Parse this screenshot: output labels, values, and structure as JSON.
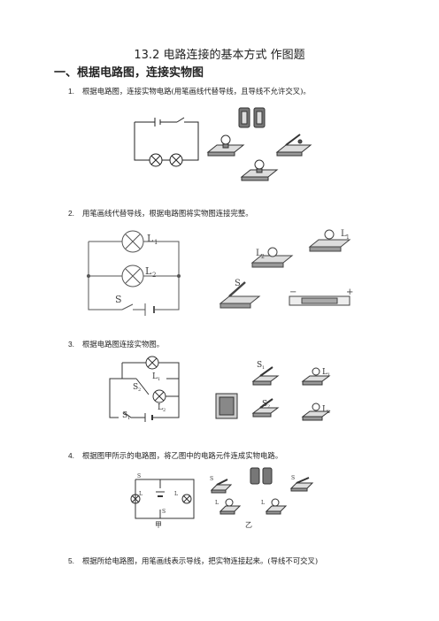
{
  "document": {
    "title": "13.2 电路连接的基本方式 作图题",
    "section_heading": "一、根据电路图，连接实物图"
  },
  "questions": [
    {
      "number": "1.",
      "text": "根据电路图，连接实物电路(用笔画线代替导线，且导线不允许交叉)。"
    },
    {
      "number": "2.",
      "text": "用笔画线代替导线，根据电路图将实物图连接完整。"
    },
    {
      "number": "3.",
      "text": "根据电路图连接实物图。"
    },
    {
      "number": "4.",
      "text": "根据图甲所示的电路图，将乙图中的电路元件连成实物电路。"
    },
    {
      "number": "5.",
      "text": "根据所给电路图，用笔画线表示导线，把实物连接起来。(导线不可交叉)"
    }
  ],
  "figure_labels": {
    "q2": {
      "l1": "L",
      "l1_sub": "1",
      "l2": "L",
      "l2_sub": "2",
      "s": "S",
      "minus": "−",
      "plus": "+"
    },
    "q3": {
      "s1": "S",
      "s1_sub": "1",
      "s2": "S",
      "s2_sub": "2",
      "l1": "L",
      "l1_sub": "1",
      "l2": "L",
      "l2_sub": "2"
    },
    "q4": {
      "jia": "甲",
      "yi": "乙",
      "s1": "S",
      "s1_sub": "1",
      "s2": "S",
      "s2_sub": "2",
      "l1": "L",
      "l1_sub": "1",
      "l2": "L",
      "l2_sub": "2"
    }
  }
}
